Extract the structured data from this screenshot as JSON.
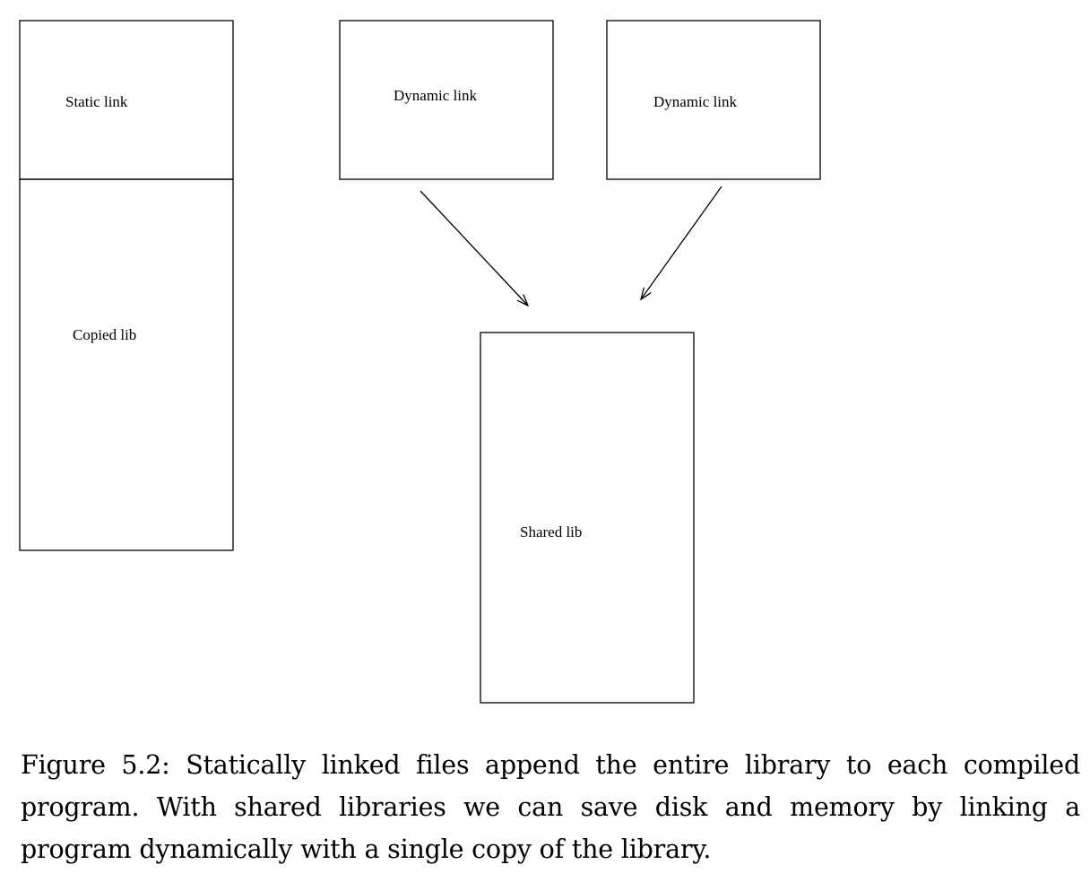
{
  "diagram": {
    "static_box": {
      "top_label": "Static link",
      "bottom_label": "Copied lib"
    },
    "dynamic_box_1": {
      "label": "Dynamic link"
    },
    "dynamic_box_2": {
      "label": "Dynamic link"
    },
    "shared_box": {
      "label": "Shared lib"
    }
  },
  "caption": {
    "text": "Figure 5.2: Statically linked files append the entire library to each compiled program. With shared libraries we can save disk and memory by linking a program dynamically with a single copy of the library."
  }
}
